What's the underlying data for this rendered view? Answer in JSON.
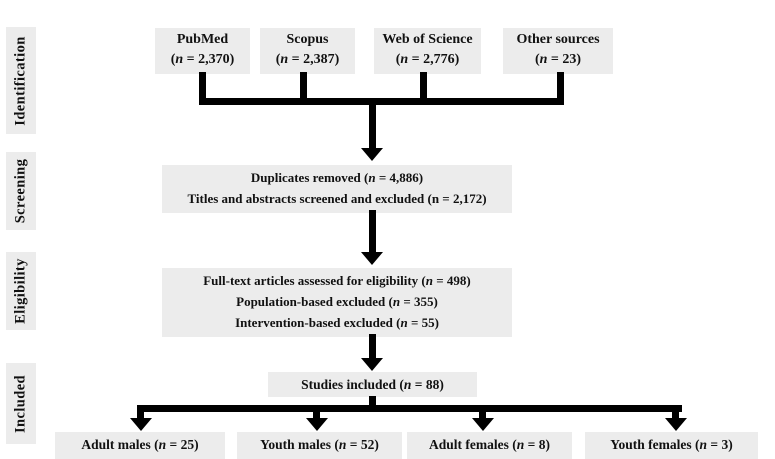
{
  "colors": {
    "box_bg": "#ececec",
    "stage_bg": "#ececec",
    "line": "#000000",
    "text": "#111111",
    "page_bg": "#ffffff"
  },
  "stages": [
    {
      "label": "Identification"
    },
    {
      "label": "Screening"
    },
    {
      "label": "Eligibility"
    },
    {
      "label": "Included"
    }
  ],
  "sources": [
    {
      "title": "PubMed",
      "count": {
        "text": "(n = 2,370)",
        "italic_n": true
      }
    },
    {
      "title": "Scopus",
      "count": {
        "text": "(n = 2,387)",
        "italic_n": true
      }
    },
    {
      "title": "Web of Science",
      "count": {
        "text": "(n = 2,776)",
        "italic_n": true
      }
    },
    {
      "title": "Other sources",
      "count": {
        "text": "(n = 23)",
        "italic_n": true
      }
    }
  ],
  "screening": {
    "lines": [
      {
        "text": "Duplicates removed (n = 4,886)",
        "italic_n": true
      },
      {
        "text": "Titles and abstracts screened and excluded (n = 2,172)",
        "italic_n": false
      }
    ]
  },
  "eligibility": {
    "lines": [
      {
        "text": "Full-text articles assessed for eligibility (n = 498)",
        "italic_n": true
      },
      {
        "text": "Population-based excluded (n = 355)",
        "italic_n": true
      },
      {
        "text": "Intervention-based excluded (n = 55)",
        "italic_n": true
      }
    ]
  },
  "included": {
    "line": {
      "text": "Studies included (n = 88)",
      "italic_n": true
    }
  },
  "outcomes": [
    {
      "line": {
        "text": "Adult males (n = 25)",
        "italic_n": true
      }
    },
    {
      "line": {
        "text": "Youth males (n = 52)",
        "italic_n": true
      }
    },
    {
      "line": {
        "text": "Adult females (n = 8)",
        "italic_n": true
      }
    },
    {
      "line": {
        "text": "Youth females (n = 3)",
        "italic_n": true
      }
    }
  ]
}
